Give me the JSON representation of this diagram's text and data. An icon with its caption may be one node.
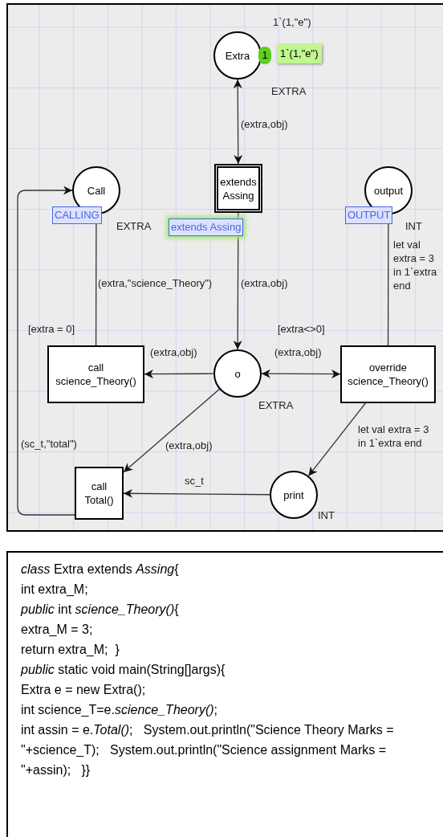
{
  "diagram": {
    "nodes": [
      {
        "text": [
          "Extra"
        ],
        "beside": [
          "1`(1,\"e\")",
          "1",
          "1`(1,\"e\")",
          "EXTRA"
        ]
      },
      {
        "text": [
          "Call"
        ],
        "beside": [
          "CALLING",
          "EXTRA"
        ]
      },
      {
        "text": [
          "extends Assing"
        ],
        "beside": [
          "extends Assing"
        ]
      },
      {
        "text": [
          "output"
        ],
        "beside": [
          "OUTPUT",
          "INT"
        ]
      },
      {
        "text": [
          "call science_Theory()"
        ],
        "beside": [
          "[extra = 0]"
        ]
      },
      {
        "text": [
          "o"
        ],
        "beside": [
          "EXTRA"
        ]
      },
      {
        "text": [
          "override science_Theory()"
        ],
        "beside": [
          "[extra<>0]"
        ]
      },
      {
        "text": [
          "call Total()"
        ]
      },
      {
        "text": [
          "print"
        ],
        "beside": [
          "INT"
        ]
      },
      {
        "text": [
          "*class* Extra extends *Assing*{",
          "int extra_M;",
          "*public* int *science_Theory()*{",
          "extra_M = 3;",
          "return extra_M;  }",
          "*public* static void main(String[]args){",
          "Extra e = new Extra();",
          "int science_T=e.*science_Theory()*;",
          "int assin = e.*Total()*;   System.out.println(\"Science Theory Marks = \"+science_T);   System.out.println(\"Science assignment Marks = \"+assin);   }}"
        ]
      }
    ],
    "edges": [
      {
        "from": 0,
        "to": 2,
        "arrow": "both",
        "label": "(extra,obj)"
      },
      {
        "from": 2,
        "to": 5,
        "arrow": "to",
        "label": "(extra,obj)"
      },
      {
        "from": 4,
        "to": 1,
        "arrow": "to",
        "label": "(extra,\"science_Theory\")"
      },
      {
        "from": 5,
        "to": 4,
        "arrow": "to",
        "label": "(extra,obj)"
      },
      {
        "from": 5,
        "to": 6,
        "arrow": "both",
        "label": "(extra,obj)"
      },
      {
        "from": 6,
        "to": 3,
        "arrow": "to",
        "label": "let val extra = 3 in 1`extra end"
      },
      {
        "from": 5,
        "to": 7,
        "arrow": "to",
        "label": "(extra,obj)"
      },
      {
        "from": 6,
        "to": 8,
        "arrow": "to",
        "label": "let val extra = 3 in 1`extra end"
      },
      {
        "from": 8,
        "to": 7,
        "arrow": "to",
        "label": "sc_t"
      },
      {
        "from": 7,
        "to": 1,
        "arrow": "to",
        "label": "(sc_t,\"total\")"
      }
    ]
  }
}
